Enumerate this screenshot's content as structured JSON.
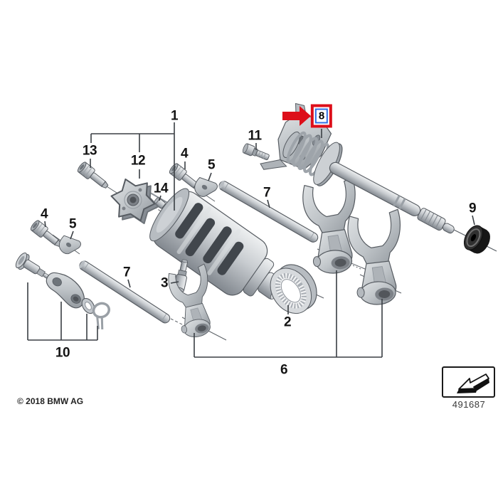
{
  "callouts": [
    {
      "id": "1",
      "text": "1"
    },
    {
      "id": "13",
      "text": "13"
    },
    {
      "id": "12",
      "text": "12"
    },
    {
      "id": "4-upper",
      "text": "4"
    },
    {
      "id": "5-upper",
      "text": "5"
    },
    {
      "id": "14",
      "text": "14"
    },
    {
      "id": "11",
      "text": "11"
    },
    {
      "id": "7-upper",
      "text": "7"
    },
    {
      "id": "9",
      "text": "9"
    },
    {
      "id": "4-left",
      "text": "4"
    },
    {
      "id": "5-left",
      "text": "5"
    },
    {
      "id": "7-lower",
      "text": "7"
    },
    {
      "id": "3",
      "text": "3"
    },
    {
      "id": "2",
      "text": "2"
    },
    {
      "id": "10",
      "text": "10"
    },
    {
      "id": "6",
      "text": "6"
    }
  ],
  "highlight": {
    "text": "8"
  },
  "footer": {
    "copyright": "© 2018 BMW AG",
    "diagram_number": "491687"
  },
  "colors": {
    "highlight_red": "#dd0f1a",
    "highlight_blue": "#2f6fe4",
    "callout_text": "#141414",
    "line": "#3a3f44",
    "metal_light": "#ced2d6",
    "metal_dark": "#8d939a"
  },
  "icons": {
    "footer_badge": "page-corner-arrow-icon"
  }
}
